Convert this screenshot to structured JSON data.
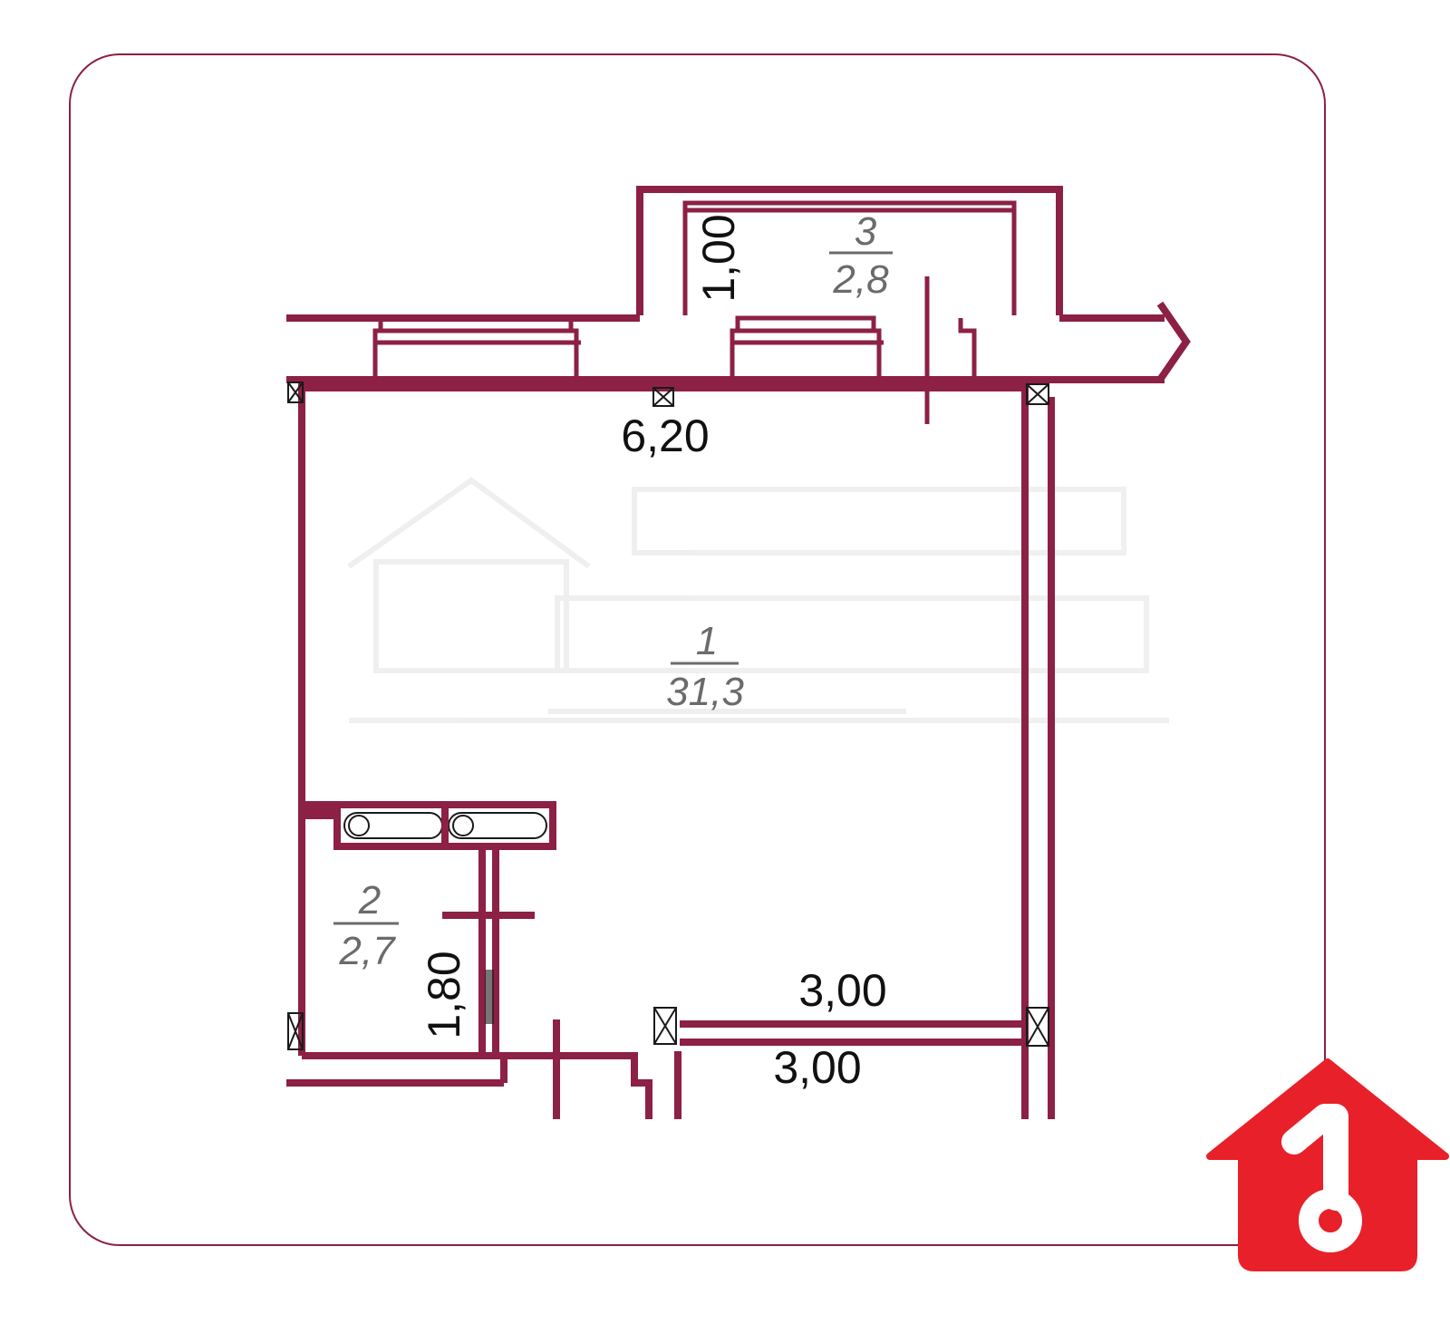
{
  "rooms": [
    {
      "id": "1",
      "number": "1",
      "area": "31,3"
    },
    {
      "id": "2",
      "number": "2",
      "area": "2,7"
    },
    {
      "id": "3",
      "number": "3",
      "area": "2,8"
    }
  ],
  "dimensions": {
    "top_width": "6,20",
    "balcony_depth": "1,00",
    "closet_length": "1,80",
    "bottom_inner": "3,00",
    "bottom_outer": "3,00"
  },
  "colors": {
    "wall": "#8c2045",
    "logo": "#e8202a",
    "frame": "#8c2045"
  },
  "logo": {
    "icon": "house-key-icon",
    "glyph": "1"
  }
}
